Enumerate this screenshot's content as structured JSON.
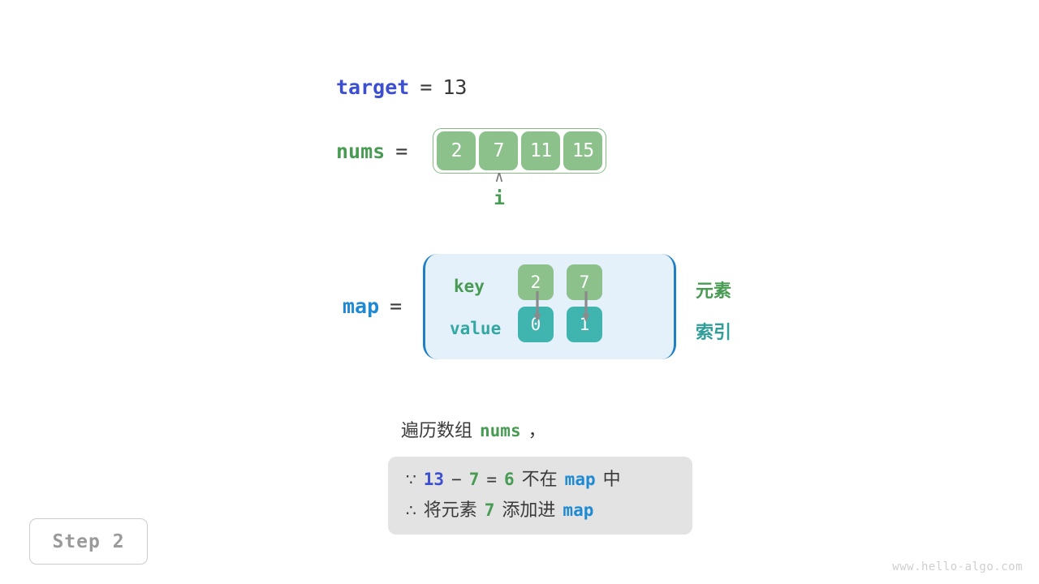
{
  "target": {
    "name": "target",
    "equals": "=",
    "value": "13"
  },
  "nums": {
    "name": "nums",
    "equals": "=",
    "cells": [
      "2",
      "7",
      "11",
      "15"
    ]
  },
  "pointer": {
    "caret": "∧",
    "label": "i",
    "index": 1
  },
  "map": {
    "name": "map",
    "equals": "=",
    "key_label": "key",
    "value_label": "value",
    "entries": [
      {
        "key": "2",
        "value": "0"
      },
      {
        "key": "7",
        "value": "1"
      }
    ],
    "side_notes": {
      "element": "元素",
      "index": "索引"
    }
  },
  "description": {
    "prefix": "遍历数组",
    "code": "nums",
    "suffix": "，"
  },
  "conclusion": {
    "line1": {
      "symbol": "∵",
      "a": "13",
      "minus": "−",
      "b": "7",
      "equals": "=",
      "result": "6",
      "text_mid": "不在",
      "code": "map",
      "text_end": "中"
    },
    "line2": {
      "symbol": "∴",
      "text_start": "将元素",
      "value": "7",
      "text_mid": "添加进",
      "code": "map"
    }
  },
  "step": {
    "label": "Step 2"
  },
  "watermark": {
    "text": "www.hello-algo.com"
  },
  "colors": {
    "target_blue": "#3b4fd0",
    "nums_green": "#479b52",
    "map_blue": "#1f8ad4",
    "cell_green": "#8cc18c",
    "cell_teal": "#40b5b0",
    "map_bg": "#e4f0fa",
    "map_border": "#1f7fc4",
    "conclusion_bg": "#e3e3e3",
    "gray_text": "#9a9a9a"
  }
}
